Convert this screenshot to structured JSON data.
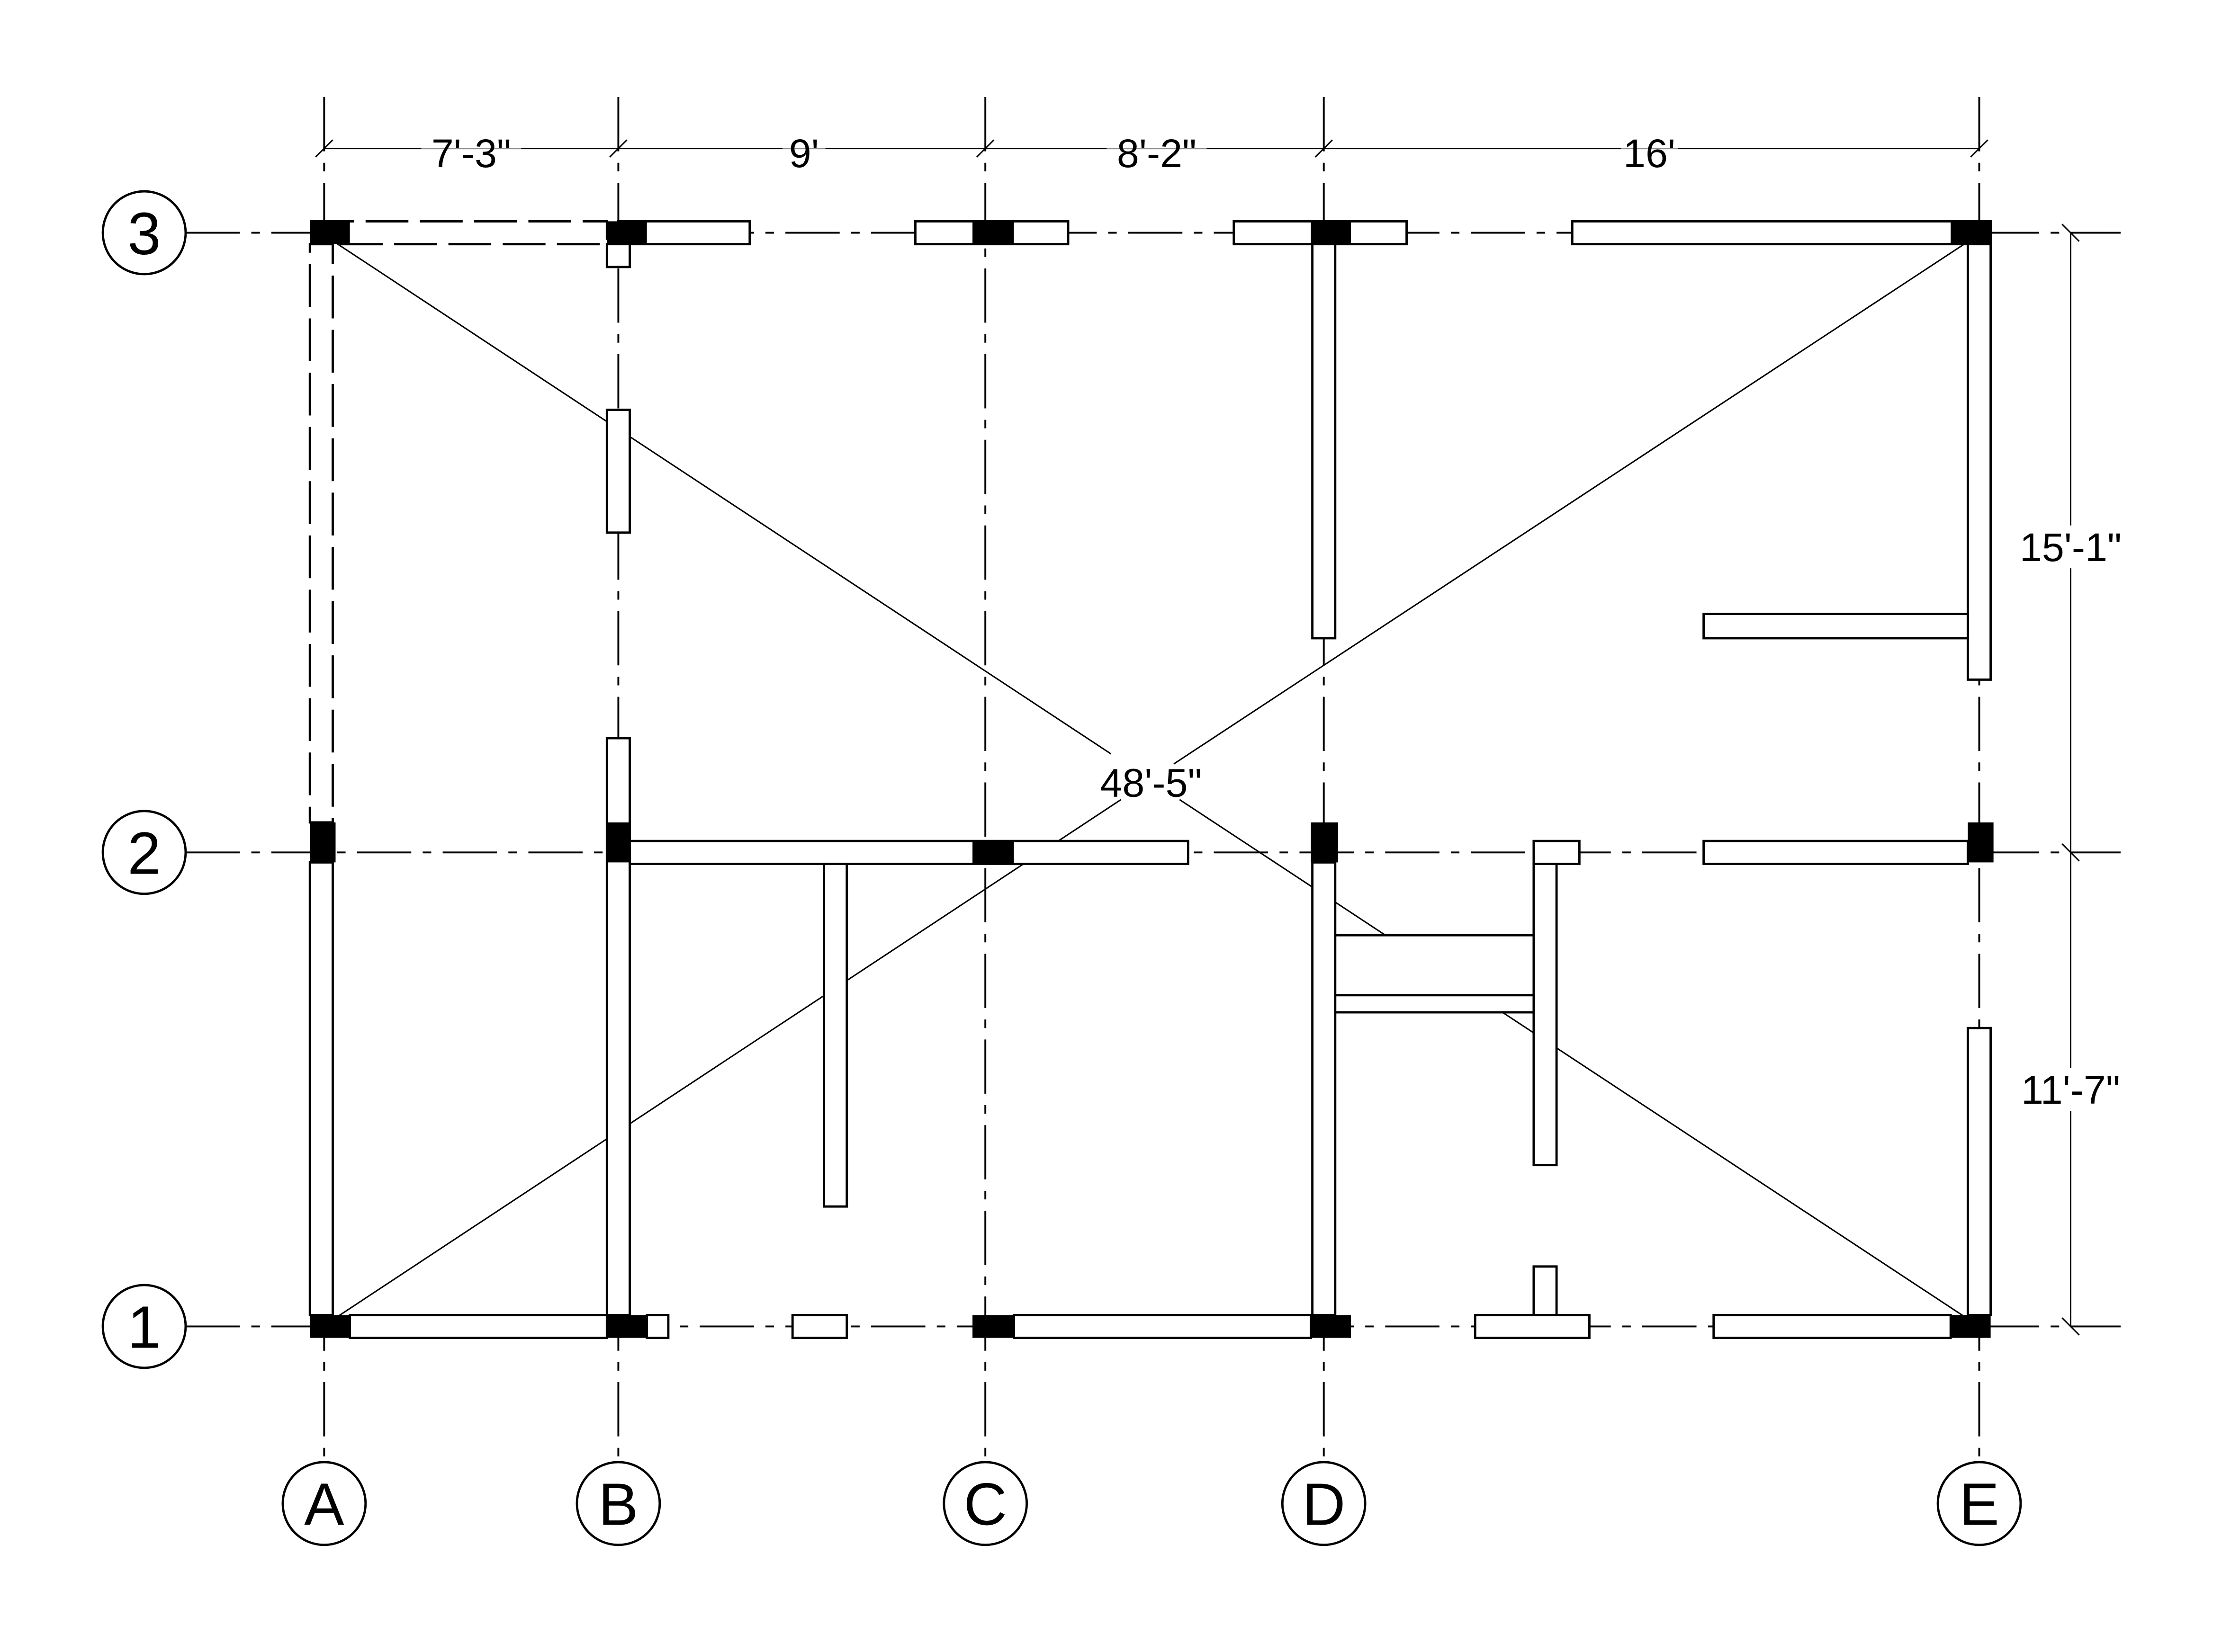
{
  "title": "Structural grid floor plan",
  "grid_rows": [
    "3",
    "2",
    "1"
  ],
  "grid_columns": [
    "A",
    "B",
    "C",
    "D",
    "E"
  ],
  "dimensions": {
    "top": [
      "7'-3\"",
      "9'",
      "8'-2\"",
      "16'"
    ],
    "right": [
      "15'-1\"",
      "11'-7\""
    ],
    "diagonal": "48'-5\""
  }
}
